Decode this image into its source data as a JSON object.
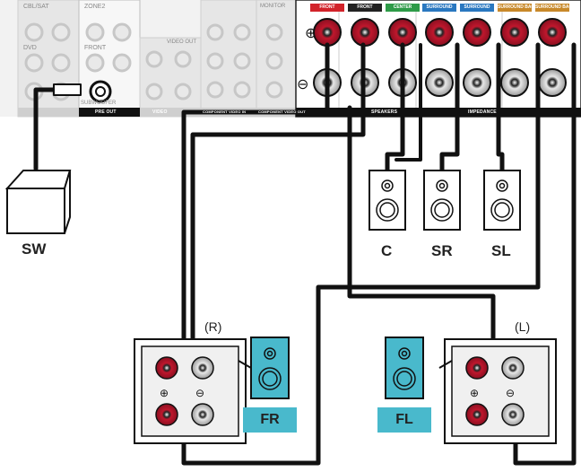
{
  "receiver": {
    "speaker_terminal_tags": [
      {
        "label": "FRONT",
        "color": "#d2232a"
      },
      {
        "label": "FRONT",
        "color": "#222222"
      },
      {
        "label": "CENTER",
        "color": "#2e9b48"
      },
      {
        "label": "SURROUND",
        "color": "#2a78c0"
      },
      {
        "label": "SURROUND",
        "color": "#2a78c0"
      },
      {
        "label": "SURROUND BACK",
        "color": "#c8892a"
      },
      {
        "label": "SURROUND BACK",
        "color": "#c8892a"
      }
    ],
    "panel_labels": {
      "cbl_sat": "CBL/SAT",
      "dvd": "DVD",
      "zone2": "ZONE2",
      "front": "FRONT",
      "subwoofer": "SUBWOOFER",
      "pre_out": "PRE OUT",
      "video_out": "VIDEO OUT",
      "monitor": "MONITOR",
      "video": "VIDEO",
      "component_video_in": "COMPONENT VIDEO IN",
      "component_video_out": "COMPONENT VIDEO OUT",
      "speakers": "SPEAKERS",
      "impedance": "IMPEDANCE"
    }
  },
  "devices": {
    "subwoofer": "SW",
    "center": "C",
    "surround_right": "SR",
    "surround_left": "SL",
    "front_right": "FR",
    "front_left": "FL",
    "right_marker": "(R)",
    "left_marker": "(L)"
  },
  "colors": {
    "speaker_blue": "#49b9cc",
    "terminal_red": "#c0172d",
    "cable": "#111111"
  }
}
